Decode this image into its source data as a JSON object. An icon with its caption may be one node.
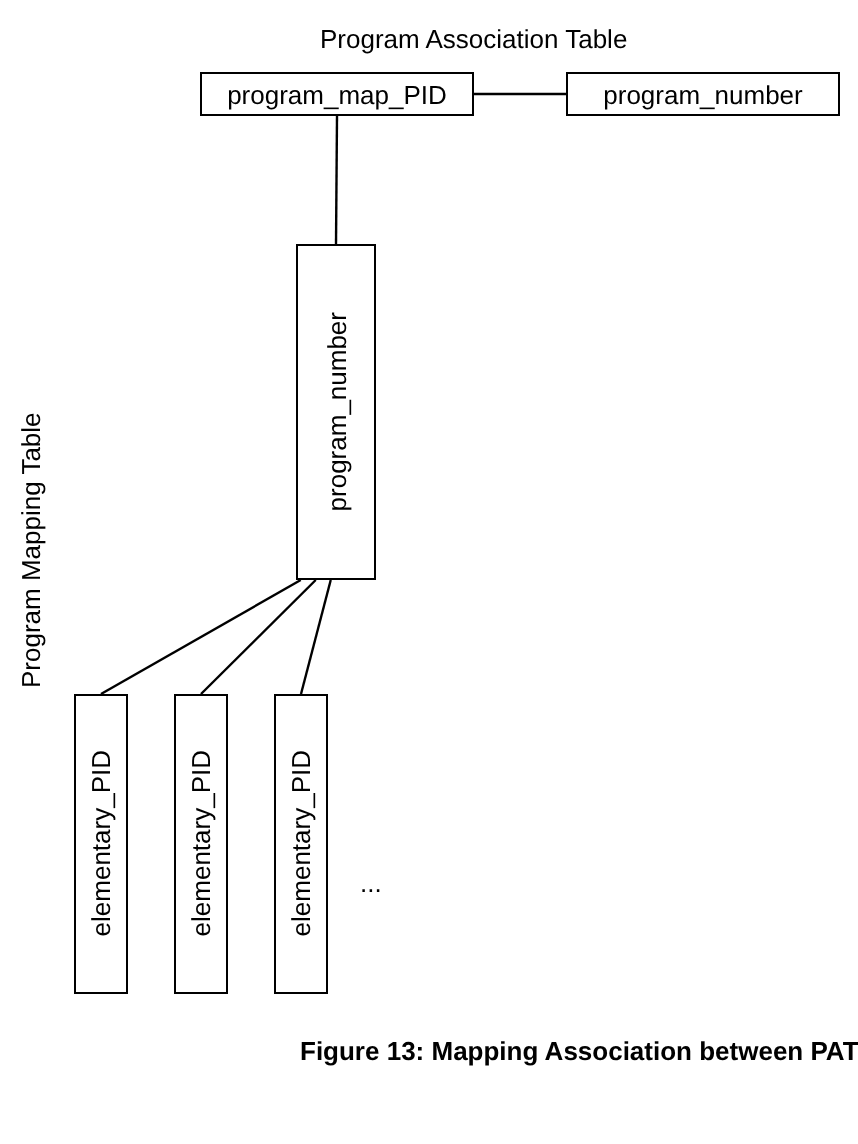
{
  "diagram": {
    "title": "Program Association Table",
    "caption": "Figure 13: Mapping Association between PAT",
    "nodes": [
      {
        "text": [
          "program_map_PID"
        ]
      },
      {
        "text": [
          "program_number"
        ]
      },
      {
        "text": [
          "program_number"
        ]
      },
      {
        "text": [
          "elementary_PID"
        ]
      },
      {
        "text": [
          "elementary_PID"
        ]
      },
      {
        "text": [
          "elementary_PID"
        ]
      }
    ],
    "edges": [
      {
        "from": 0,
        "to": 1,
        "arrow": "none"
      },
      {
        "from": 0,
        "to": 2,
        "arrow": "none"
      },
      {
        "from": 2,
        "to": 3,
        "arrow": "none"
      },
      {
        "from": 2,
        "to": 4,
        "arrow": "none"
      },
      {
        "from": 2,
        "to": 5,
        "arrow": "none"
      }
    ],
    "labels": [
      "Program Mapping Table",
      "..."
    ]
  }
}
